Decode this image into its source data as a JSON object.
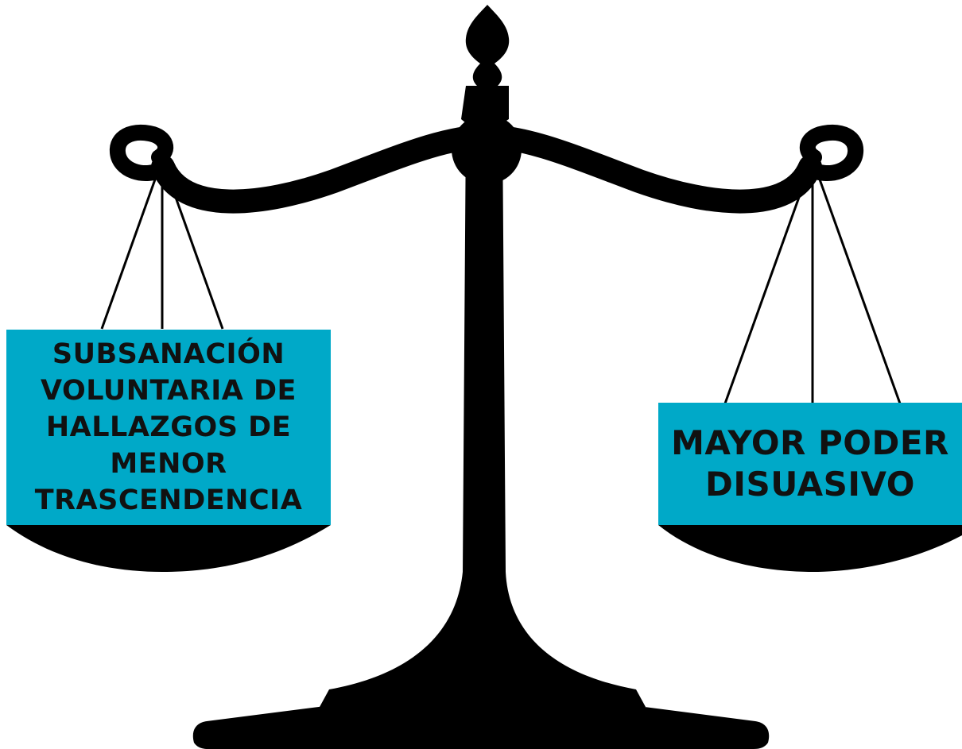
{
  "figure": {
    "left_pan": {
      "lines": [
        "SUBSANACIÓN",
        "VOLUNTARIA DE",
        "HALLAZGOS DE",
        "MENOR",
        "TRASCENDENCIA"
      ]
    },
    "right_pan": {
      "lines": [
        "MAYOR PODER",
        "DISUASIVO"
      ]
    },
    "colors": {
      "label_background": "#00a9c8",
      "silhouette": "#000000",
      "label_text": "#111111"
    }
  }
}
